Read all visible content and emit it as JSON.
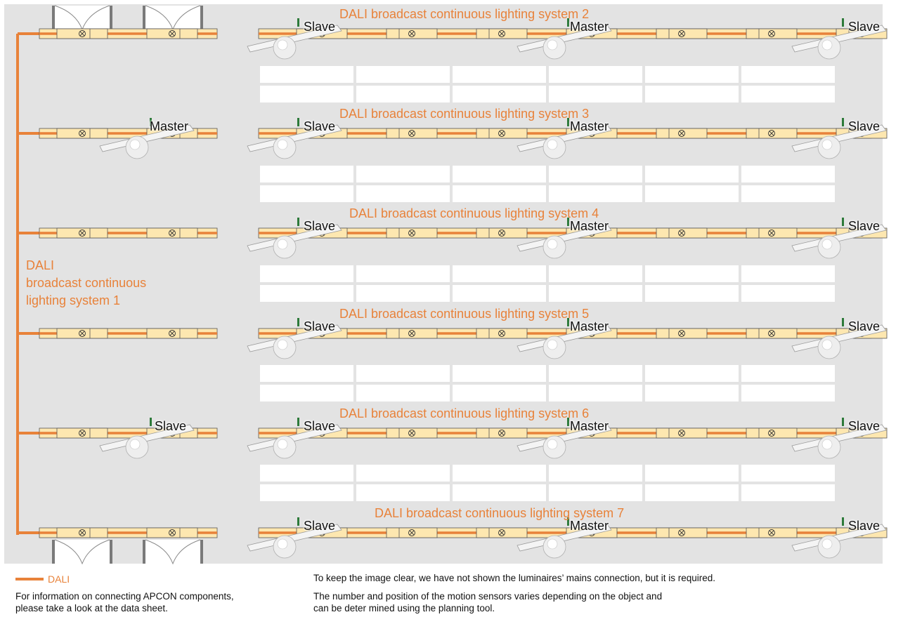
{
  "colors": {
    "dali": "#e8823a",
    "room": "#e3e3e3",
    "luminaire": "#fde7b0"
  },
  "icons": {
    "lamp": "lamp-symbol-icon",
    "sensor": "motion-sensor-icon",
    "door": "door-icon"
  },
  "system1_label": [
    "DALI",
    "broadcast continuous",
    "lighting system 1"
  ],
  "rows": [
    {
      "title": "DALI broadcast continuous lighting system 2",
      "roles": [
        "Slave",
        "Master",
        "Slave"
      ],
      "left_role": ""
    },
    {
      "title": "DALI broadcast continuous lighting system 3",
      "roles": [
        "Slave",
        "Master",
        "Slave"
      ],
      "left_role": "Master"
    },
    {
      "title": "DALI broadcast continuous lighting system 4",
      "roles": [
        "Slave",
        "Master",
        "Slave"
      ],
      "left_role": ""
    },
    {
      "title": "DALI broadcast continuous lighting system 5",
      "roles": [
        "Slave",
        "Master",
        "Slave"
      ],
      "left_role": ""
    },
    {
      "title": "DALI broadcast continuous lighting system 6",
      "roles": [
        "Slave",
        "Master",
        "Slave"
      ],
      "left_role": "Slave"
    },
    {
      "title": "DALI broadcast continuous lighting system 7",
      "roles": [
        "Slave",
        "Master",
        "Slave"
      ],
      "left_role": ""
    }
  ],
  "legend": {
    "dali_label": "DALI"
  },
  "notes": {
    "apcon": [
      "For information on connecting APCON components,",
      "please take a look at the data sheet."
    ],
    "mains": "To keep the image clear, we have not shown the luminaires’ mains connection, but it is required.",
    "sensors": [
      "The number and position of the motion sensors varies depending on the object and",
      "can be deter mined using the planning tool."
    ]
  }
}
